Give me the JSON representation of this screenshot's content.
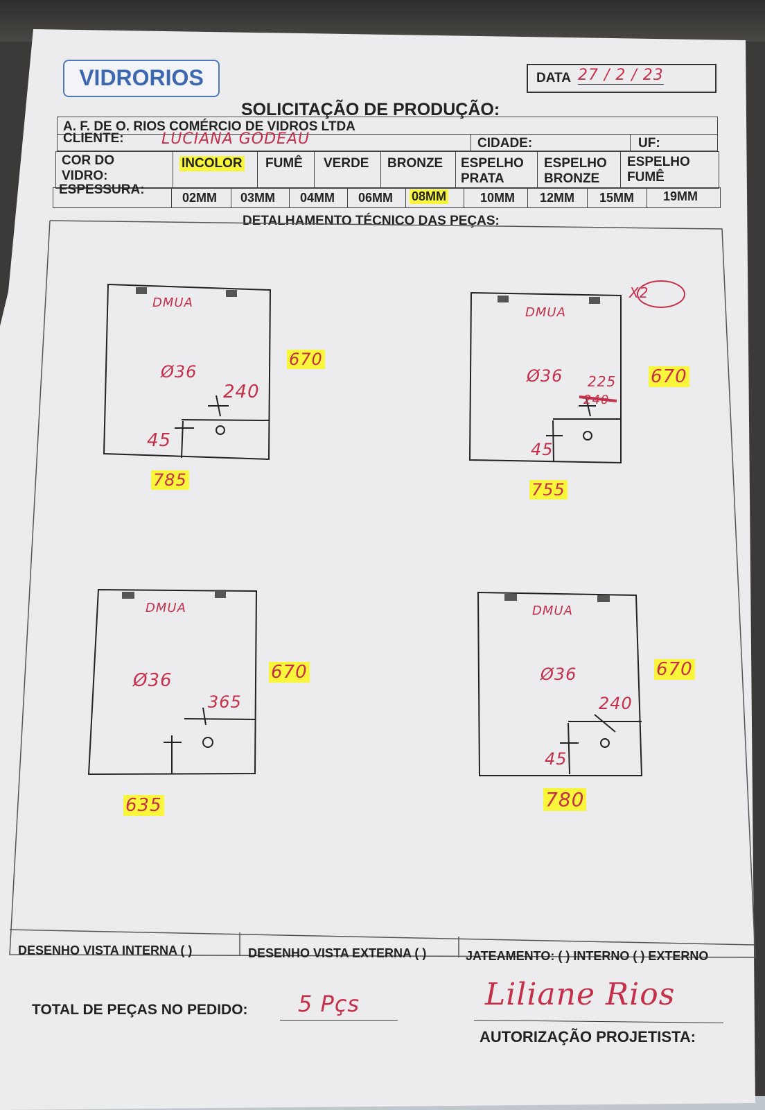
{
  "header": {
    "logo": "VIDRORIOS",
    "date_label": "DATA",
    "date_value": "27 / 2 / 23",
    "title": "SOLICITAÇÃO DE PRODUÇÃO:",
    "company": "A. F. DE O. RIOS COMÉRCIO DE VIDROS LTDA"
  },
  "client": {
    "label": "CLIENTE:",
    "value": "LUCIANA GODEAU",
    "city_label": "CIDADE:",
    "uf_label": "UF:"
  },
  "color": {
    "label_line1": "COR DO",
    "label_line2": "VIDRO:",
    "options": [
      "INCOLOR",
      "FUMÊ",
      "VERDE",
      "BRONZE",
      "ESPELHO PRATA",
      "ESPELHO BRONZE",
      "ESPELHO FUMÊ"
    ],
    "selected": "INCOLOR"
  },
  "thickness": {
    "label": "ESPESSURA:",
    "options": [
      "02MM",
      "03MM",
      "04MM",
      "06MM",
      "08MM",
      "10MM",
      "12MM",
      "15MM",
      "19MM"
    ],
    "selected": "08MM"
  },
  "details": {
    "title": "DETALHAMENTO TÉCNICO DAS PEÇAS:",
    "pieces": [
      {
        "label": "DMUA",
        "hole": "Ø36",
        "height": "670",
        "width": "785",
        "mark1": "240",
        "mark2": "45"
      },
      {
        "label": "DMUA",
        "hole": "Ø36",
        "height": "670",
        "width": "755",
        "mark1": "225",
        "mark1_struck": "240",
        "mark2": "45",
        "qty": "X2"
      },
      {
        "label": "DMUA",
        "hole": "Ø36",
        "height": "670",
        "width": "635",
        "mark1": "365"
      },
      {
        "label": "DMUA",
        "hole": "Ø36",
        "height": "670",
        "width": "780",
        "mark1": "240",
        "mark2": "45"
      }
    ]
  },
  "footer": {
    "internal": "DESENHO VISTA INTERNA ( )",
    "external": "DESENHO VISTA EXTERNA ( )",
    "blasting": "JATEAMENTO: ( ) INTERNO ( ) EXTERNO",
    "total_label": "TOTAL DE PEÇAS NO PEDIDO:",
    "total_value": "5 Pçs",
    "signature": "Liliane Rios",
    "auth_label": "AUTORIZAÇÃO PROJETISTA:"
  },
  "colors": {
    "ink": "#c4304a",
    "highlight": "#f8f53a",
    "logo": "#3d67ae"
  }
}
